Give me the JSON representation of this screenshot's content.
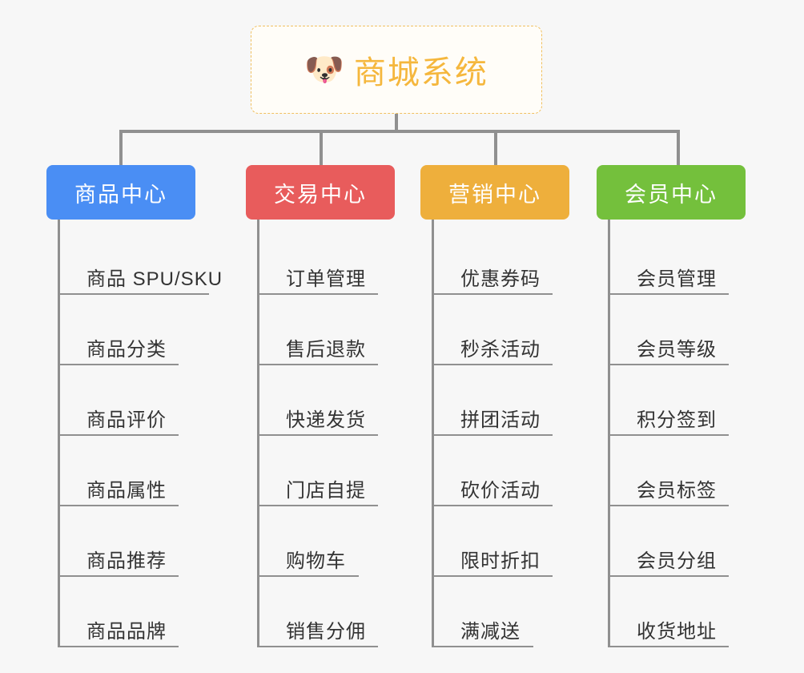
{
  "root": {
    "icon": "shiba-dog-face-icon",
    "icon_glyph": "🐶",
    "title": "商城系统",
    "accent_color": "#f5b73d"
  },
  "colors": {
    "background": "#f7f7f7",
    "connector": "#909090",
    "leaf_text": "#333333",
    "blue": "#4a8ef4",
    "red": "#e85c5c",
    "orange": "#eeaf3c",
    "green": "#74c03c"
  },
  "columns": [
    {
      "id": "product-center",
      "label": "商品中心",
      "color": "#4a8ef4",
      "items": [
        "商品 SPU/SKU",
        "商品分类",
        "商品评价",
        "商品属性",
        "商品推荐",
        "商品品牌"
      ]
    },
    {
      "id": "trade-center",
      "label": "交易中心",
      "color": "#e85c5c",
      "items": [
        "订单管理",
        "售后退款",
        "快递发货",
        "门店自提",
        "购物车",
        "销售分佣"
      ]
    },
    {
      "id": "marketing-center",
      "label": "营销中心",
      "color": "#eeaf3c",
      "items": [
        "优惠券码",
        "秒杀活动",
        "拼团活动",
        "砍价活动",
        "限时折扣",
        "满减送"
      ]
    },
    {
      "id": "member-center",
      "label": "会员中心",
      "color": "#74c03c",
      "items": [
        "会员管理",
        "会员等级",
        "积分签到",
        "会员标签",
        "会员分组",
        "收货地址"
      ]
    }
  ]
}
